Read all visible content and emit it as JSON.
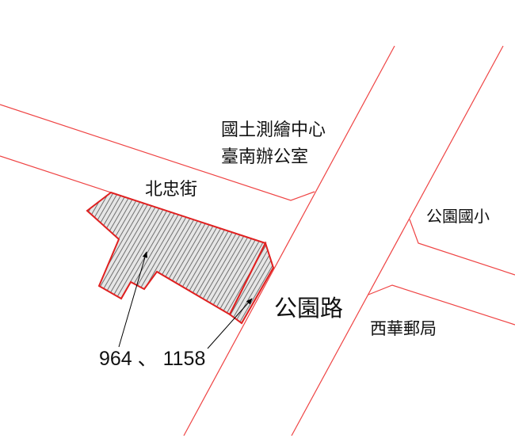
{
  "labels": {
    "office_line1": "國土測繪中心",
    "office_line2": "臺南辦公室",
    "beizhong_street": "北忠街",
    "gongyuan_school": "公園國小",
    "gongyuan_road": "公園路",
    "xihua_post": "西華郵局",
    "parcel_numbers": "964 、 1158"
  },
  "colors": {
    "boundary": "#e8322f",
    "parcel_outline": "#e02020",
    "hatch": "#777777"
  }
}
